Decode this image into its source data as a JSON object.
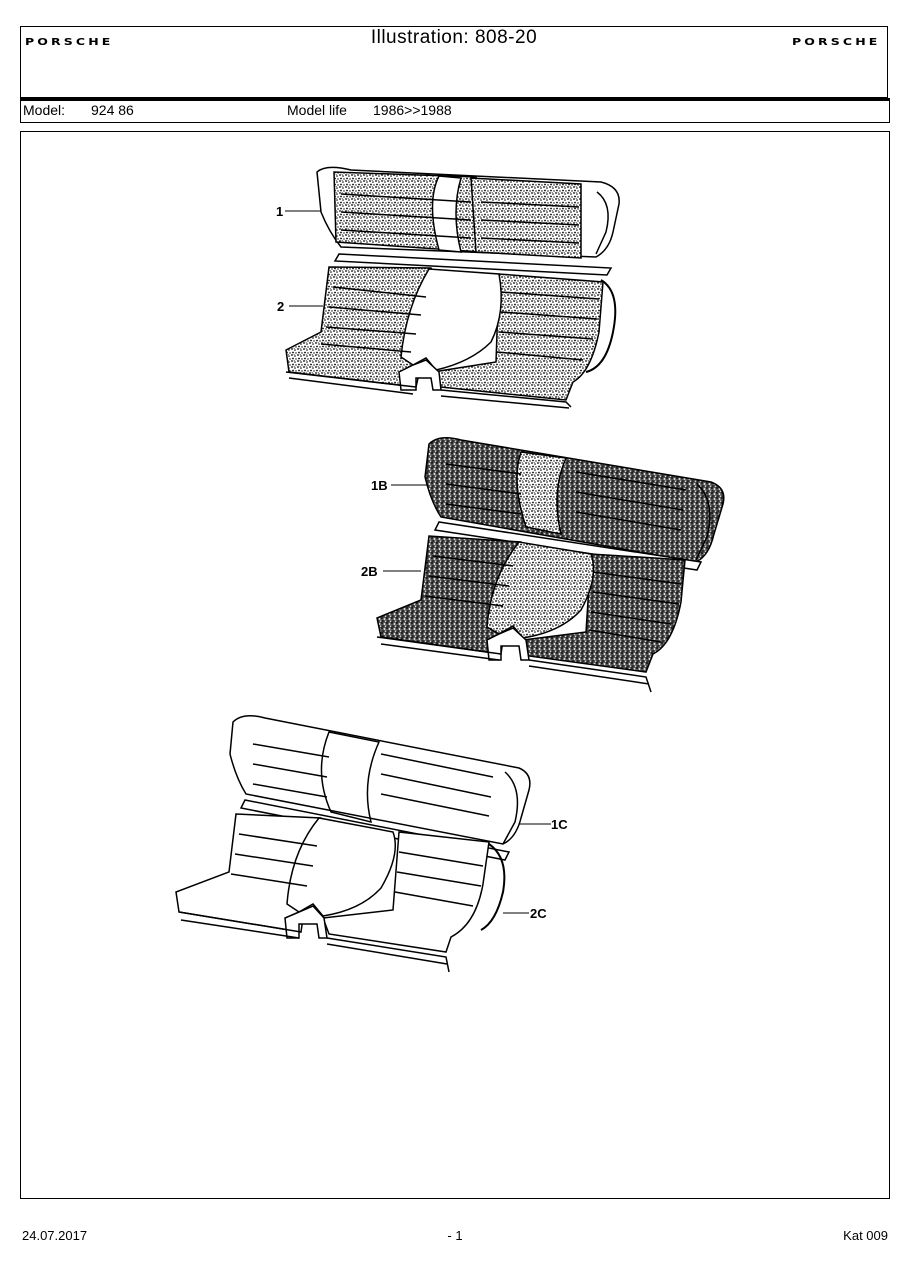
{
  "header": {
    "logo_left": "PORSCHE",
    "logo_right": "PORSCHE",
    "title": "Illustration: 808-20"
  },
  "model_bar": {
    "model_label": "Model:",
    "model_value": "924 86",
    "model_life_label": "Model life",
    "model_life_value": "1986>>1988"
  },
  "illustration": {
    "callouts": [
      "1",
      "2",
      "1B",
      "2B",
      "1C",
      "2C"
    ]
  },
  "footer": {
    "date": "24.07.2017",
    "page": "- 1",
    "catalog": "Kat 009"
  },
  "colors": {
    "ink": "#000000",
    "paper": "#ffffff",
    "fabric_dark": "#3a3a3a"
  }
}
